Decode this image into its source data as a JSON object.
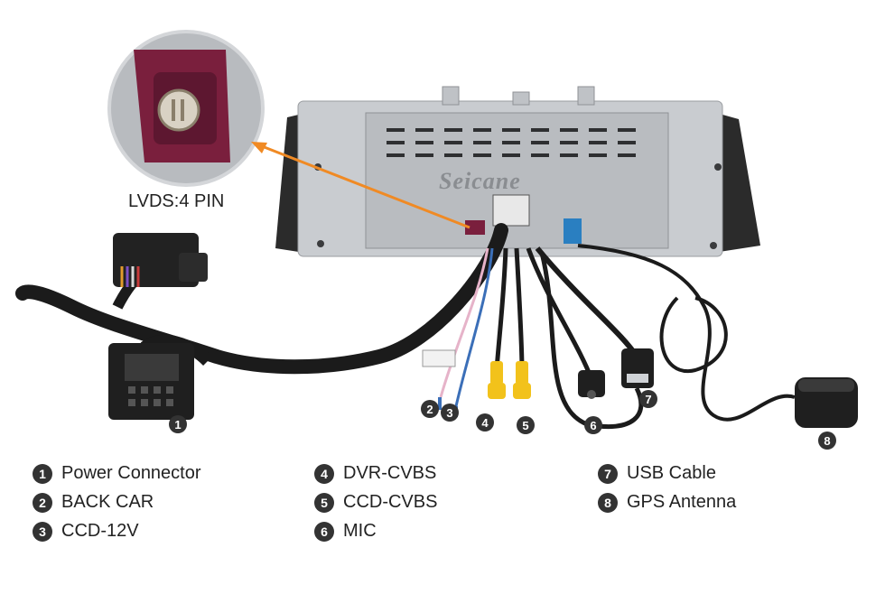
{
  "brand": "Seicane",
  "lvds_label": "LVDS:4 PIN",
  "markers": [
    "1",
    "2",
    "3",
    "4",
    "5",
    "6",
    "7",
    "8"
  ],
  "legend": [
    {
      "num": "1",
      "label": "Power Connector"
    },
    {
      "num": "2",
      "label": "BACK CAR"
    },
    {
      "num": "3",
      "label": "CCD-12V"
    },
    {
      "num": "4",
      "label": "DVR-CVBS"
    },
    {
      "num": "5",
      "label": "CCD-CVBS"
    },
    {
      "num": "6",
      "label": "MIC"
    },
    {
      "num": "7",
      "label": "USB Cable"
    },
    {
      "num": "8",
      "label": "GPS Antenna"
    }
  ],
  "colors": {
    "arrow": "#f08a24",
    "connector": "#7a1f3d",
    "rca": "#f2c21b",
    "usb_port": "#2a7fc1"
  }
}
